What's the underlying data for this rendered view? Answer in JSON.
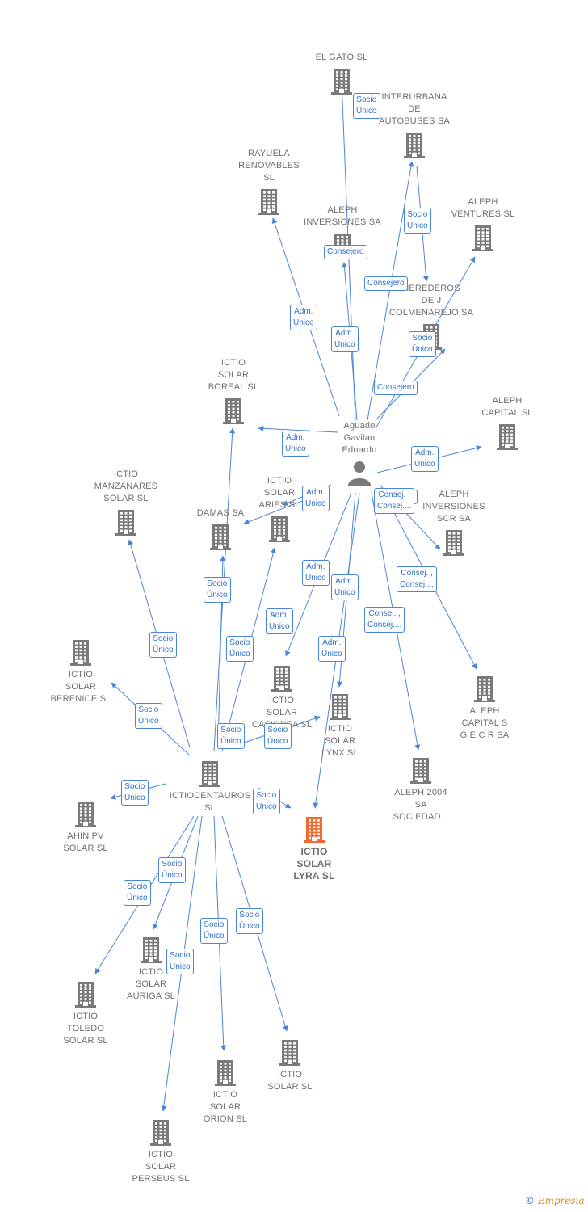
{
  "nodes": [
    {
      "id": "elgato",
      "label": "EL GATO SL"
    },
    {
      "id": "interurbana",
      "label": "INTERURBANA\nDE\nAUTOBUSES SA"
    },
    {
      "id": "rayuela",
      "label": "RAYUELA\nRENOVABLES\nSL"
    },
    {
      "id": "alephinv",
      "label": "ALEPH\nINVERSIONES SA"
    },
    {
      "id": "alephventures",
      "label": "ALEPH\nVENTURES SL"
    },
    {
      "id": "herederos",
      "label": "HEREDEROS\nDE J\nCOLMENAREJO SA"
    },
    {
      "id": "boreal",
      "label": "ICTIO\nSOLAR\nBOREAL SL"
    },
    {
      "id": "alephcapital",
      "label": "ALEPH\nCAPITAL SL"
    },
    {
      "id": "manzanares",
      "label": "ICTIO\nMANZANARES\nSOLAR SL"
    },
    {
      "id": "damas",
      "label": "DAMAS SA"
    },
    {
      "id": "aries",
      "label": "ICTIO\nSOLAR\nARIES SL"
    },
    {
      "id": "alephscr",
      "label": "ALEPH\nINVERSIONES\nSCR SA"
    },
    {
      "id": "berenice",
      "label": "ICTIO\nSOLAR\nBERENICE SL"
    },
    {
      "id": "casiopea",
      "label": "ICTIO\nSOLAR\nCASIOPEA SL"
    },
    {
      "id": "lynx",
      "label": "ICTIO\nSOLAR\nLYNX SL"
    },
    {
      "id": "alephsgecr",
      "label": "ALEPH\nCAPITAL S\nG E C R SA"
    },
    {
      "id": "centauros",
      "label": "ICTIOCENTAUROS\nSL"
    },
    {
      "id": "aleph2004",
      "label": "ALEPH 2004\nSA\nSOCIEDAD..."
    },
    {
      "id": "ahin",
      "label": "AHIN PV\nSOLAR SL"
    },
    {
      "id": "lyra",
      "label": "ICTIO\nSOLAR\nLYRA SL"
    },
    {
      "id": "auriga",
      "label": "ICTIO\nSOLAR\nAURIGA SL"
    },
    {
      "id": "toledo",
      "label": "ICTIO\nTOLEDO\nSOLAR SL"
    },
    {
      "id": "ictiosolar",
      "label": "ICTIO\nSOLAR SL"
    },
    {
      "id": "orion",
      "label": "ICTIO\nSOLAR\nORION SL"
    },
    {
      "id": "perseus",
      "label": "ICTIO\nSOLAR\nPERSEUS SL"
    }
  ],
  "person": {
    "label": "Aguado\nGavilan\nEduardo"
  },
  "badges": [
    "Socio\nÚnico",
    "Socio\nÚnico",
    "Consejero",
    "Consejero",
    "Adm.\nUnico",
    "Adm.\nUnico",
    "Socio\nÚnico",
    "Consejero",
    "Adm.\nUnico",
    "Adm.\nUnico",
    "Consejero",
    "Adm.\nUnico",
    "Consej. ,\nConsej....",
    "Consej. ,\nConsej....",
    "Adm.\nUnico",
    "Adm.\nUnico",
    "Consej. ,\nConsej....",
    "Socio\nÚnico",
    "Adm.\nUnico",
    "Adm.\nUnico",
    "Socio\nÚnico",
    "Socio\nÚnico",
    "Socio\nÚnico",
    "Socio\nÚnico",
    "Socio\nÚnico",
    "Socio\nÚnico",
    "Socio\nÚnico",
    "Socio\nÚnico",
    "Socio\nÚnico",
    "Socio\nÚnico",
    "Socio\nÚnico",
    "Socio\nÚnico"
  ],
  "colors": {
    "edge": "#4a86d8",
    "building": "#7a7a7a",
    "highlight": "#f26a2e"
  },
  "brand": {
    "copyright": "©",
    "name": "Empresia"
  }
}
